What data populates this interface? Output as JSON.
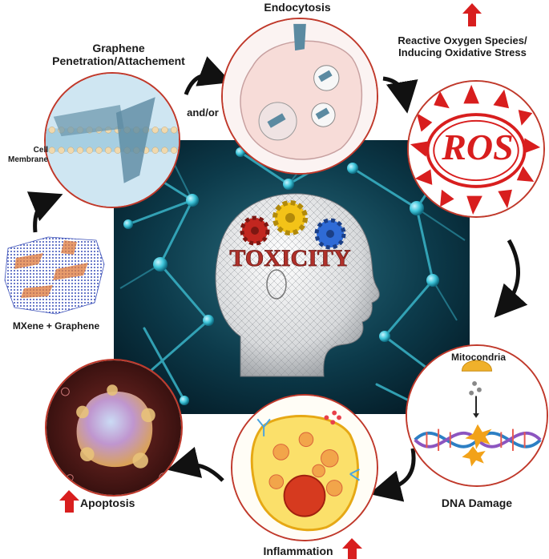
{
  "labels": {
    "endocytosis": "Endocytosis",
    "graphene_line1": "Graphene",
    "graphene_line2": "Penetration/Attachement",
    "andor": "and/or",
    "ros_title_line1": "Reactive Oxygen Species/",
    "ros_title_line2": "Inducing Oxidative Stress",
    "ros_text": "ROS",
    "cell_membrane_line1": "Cell",
    "cell_membrane_line2": "Membrane",
    "mxene": "MXene + Graphene",
    "toxicity": "TOXICITY",
    "mitocondria": "Mitocondria",
    "dna_damage": "DNA Damage",
    "apoptosis": "Apoptosis",
    "inflammation": "Inflammation"
  },
  "colors": {
    "accent_red": "#d81e1e",
    "circle_border": "#c0392b",
    "network_bg": "#062838",
    "network_node": "#3fc6da"
  }
}
